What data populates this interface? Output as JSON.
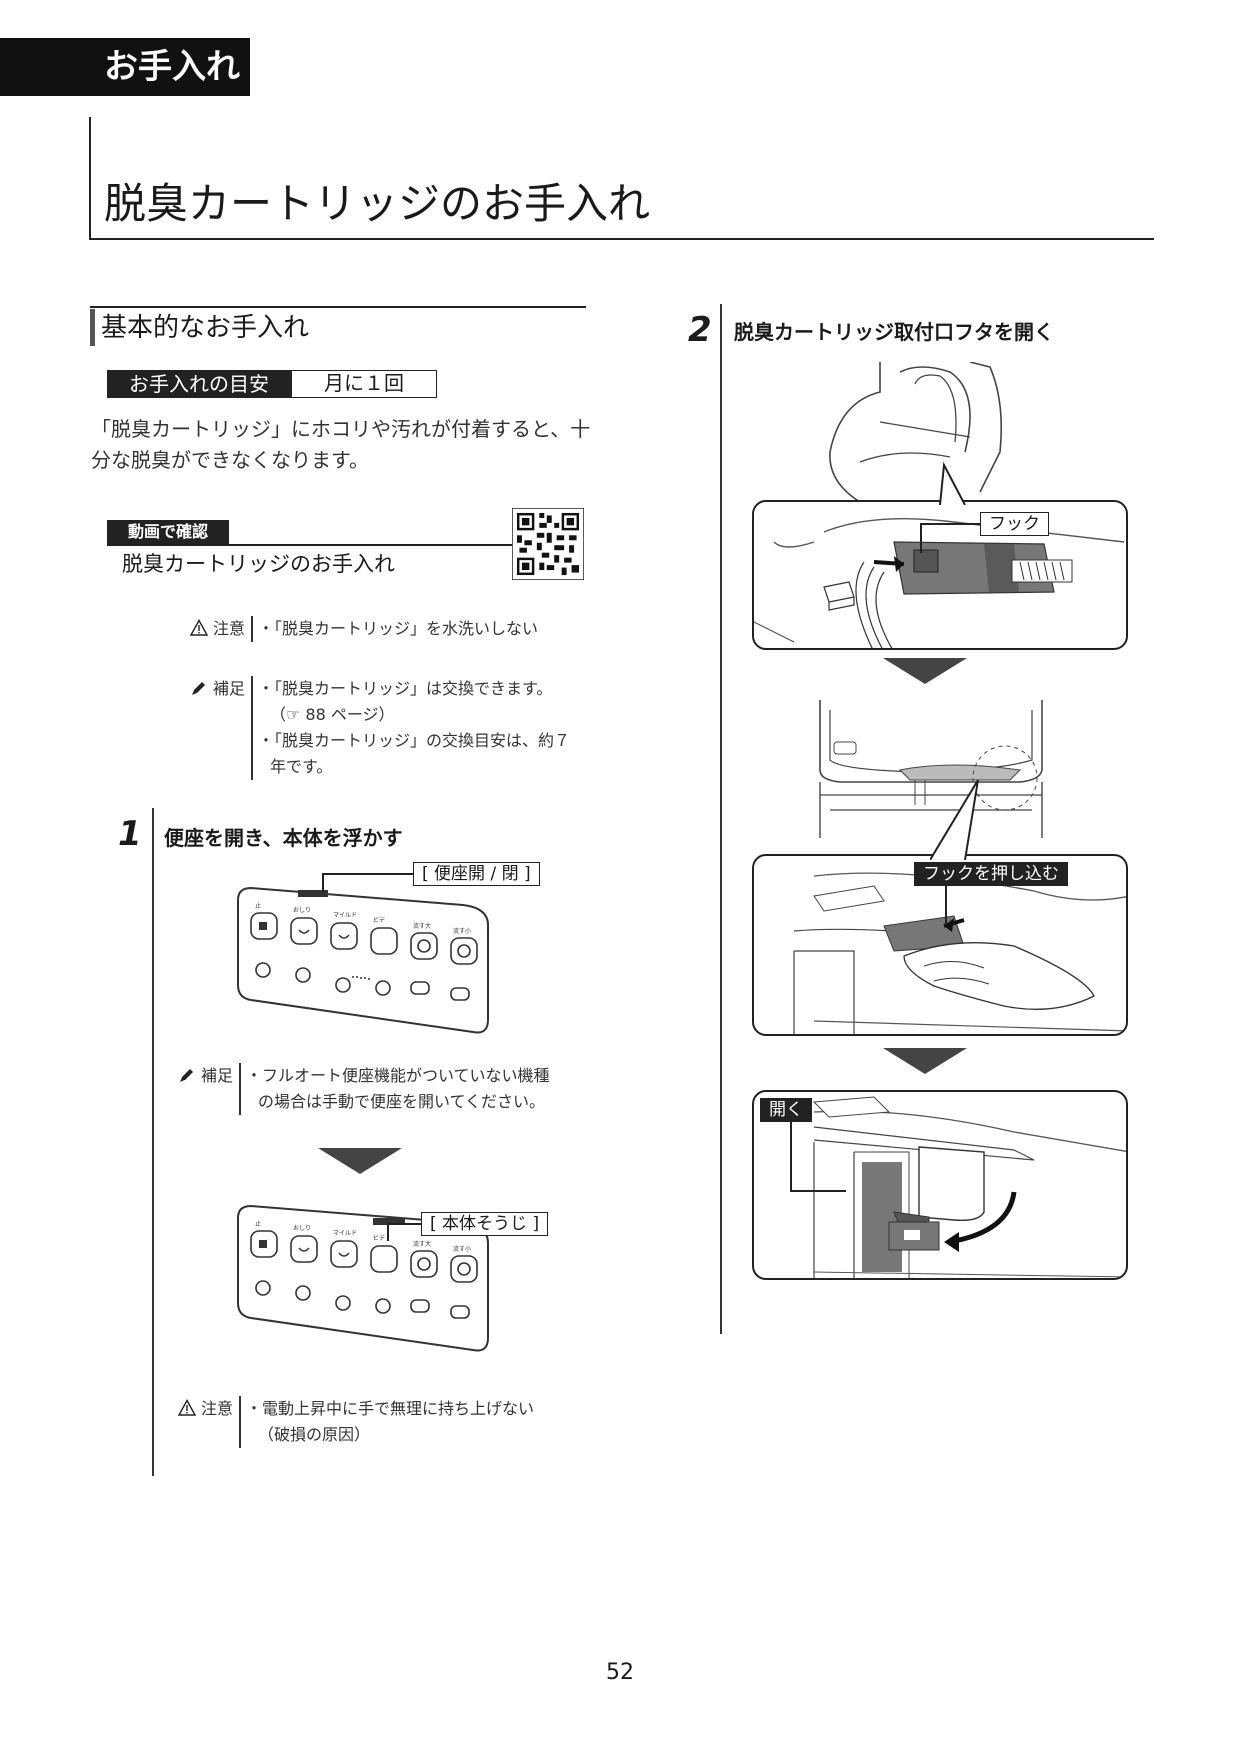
{
  "chapter_tab": "お手入れ",
  "page_title": "脱臭カートリッジのお手入れ",
  "section_title": "基本的なお手入れ",
  "guide": {
    "label": "お手入れの目安",
    "value": "月に１回"
  },
  "intro": "「脱臭カートリッジ」にホコリや汚れが付着すると、十分な脱臭ができなくなります。",
  "video": {
    "label": "動画で確認",
    "title": "脱臭カートリッジのお手入れ"
  },
  "caution_1": {
    "label": "注意",
    "text": "・「脱臭カートリッジ」を水洗いしない"
  },
  "supplement_1": {
    "label": "補足",
    "line1": "・「脱臭カートリッジ」は交換できます。",
    "line2": "（☞ 88 ページ）",
    "line3": "・「脱臭カートリッジ」の交換目安は、約７",
    "line4": "年です。"
  },
  "step1": {
    "number": "1",
    "title": "便座を開き、本体を浮かす",
    "callout_seat": "[ 便座開 / 閉 ]",
    "callout_clean": "[ 本体そうじ ]",
    "supplement": {
      "label": "補足",
      "line1": "・フルオート便座機能がついていない機種",
      "line2": "の場合は手動で便座を開いてください。"
    },
    "caution": {
      "label": "注意",
      "line1": "・電動上昇中に手で無理に持ち上げない",
      "line2": "（破損の原因）"
    }
  },
  "step2": {
    "number": "2",
    "title": "脱臭カートリッジ取付口フタを開く",
    "callout_hook": "フック",
    "callout_push": "フックを押し込む",
    "callout_open": "開く"
  },
  "page_number": "52",
  "colors": {
    "ink": "#1a1a1a",
    "panel_gray": "#555555"
  }
}
